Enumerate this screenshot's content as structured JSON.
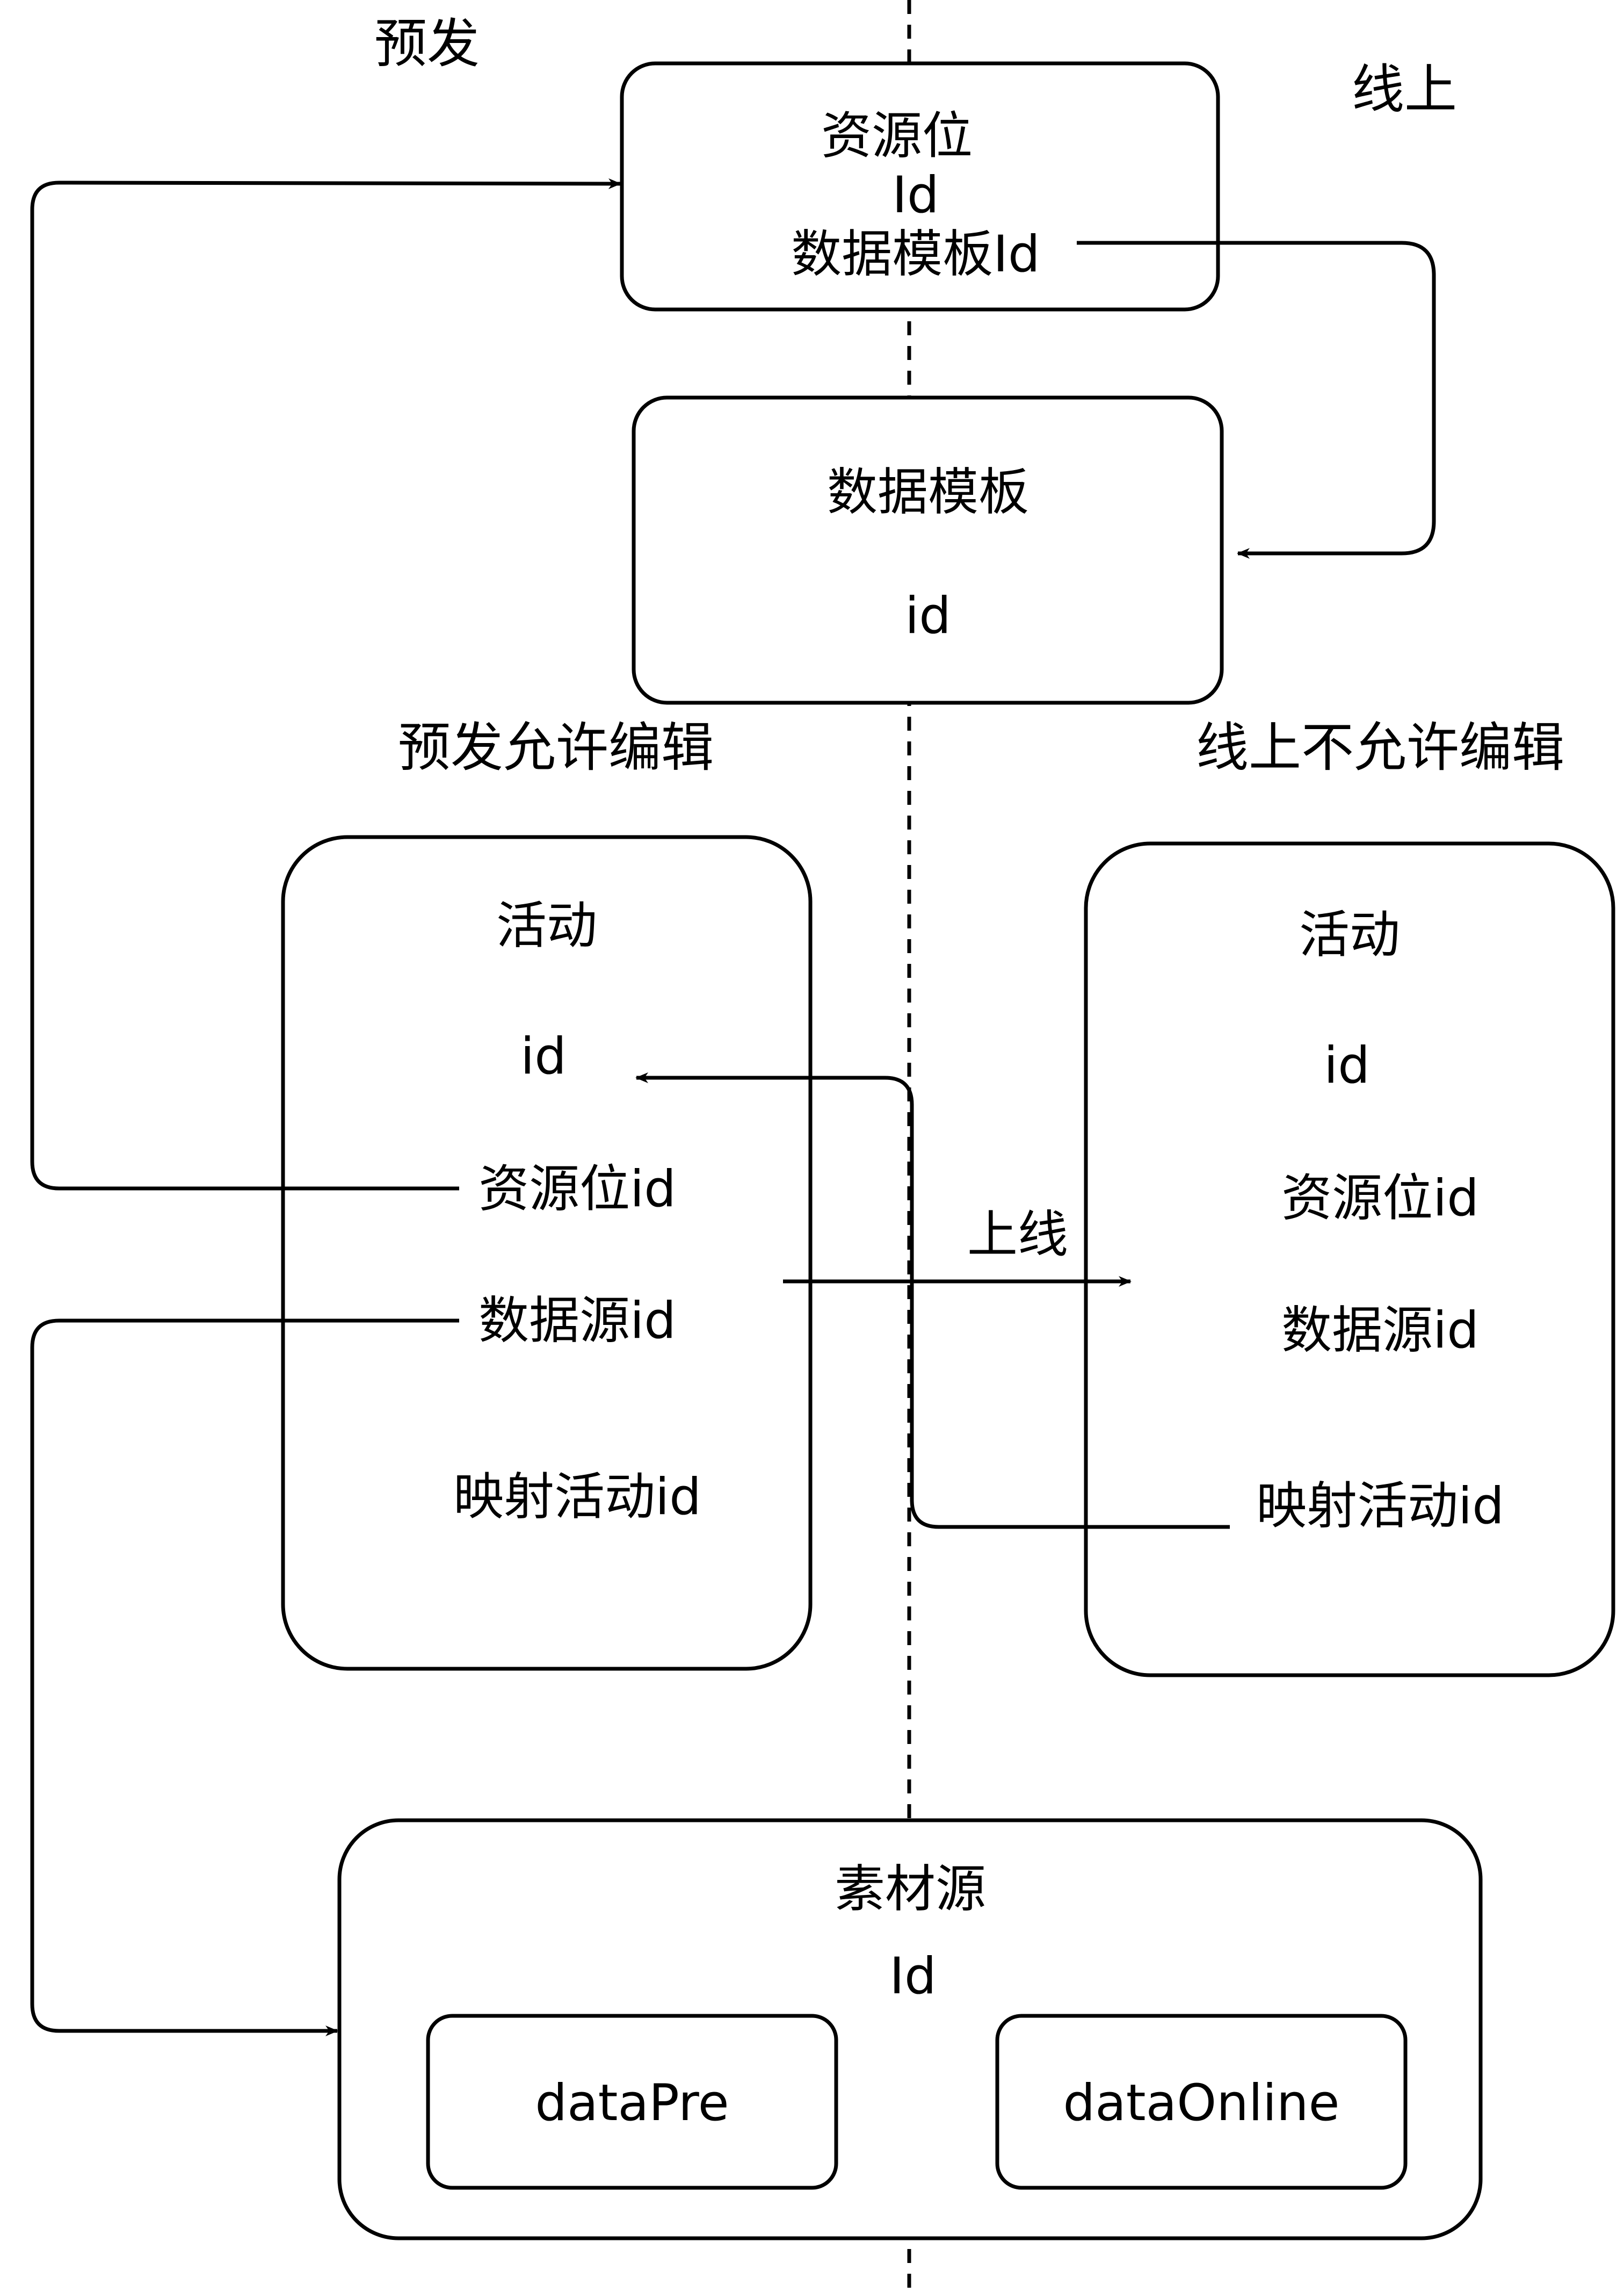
{
  "zones": {
    "pre": "预发",
    "online": "线上",
    "pre_editable": "预发允许编辑",
    "online_not_editable": "线上不允许编辑"
  },
  "resource_slot": {
    "title": "资源位",
    "field_id": "Id",
    "field_template_id": "数据模板Id"
  },
  "data_template": {
    "title": "数据模板",
    "field_id": "id"
  },
  "activity_pre": {
    "title": "活动",
    "field_id": "id",
    "field_resource_slot_id": "资源位id",
    "field_data_source_id": "数据源id",
    "field_mapped_activity_id": "映射活动id"
  },
  "activity_online": {
    "title": "活动",
    "field_id": "id",
    "field_resource_slot_id": "资源位id",
    "field_data_source_id": "数据源id",
    "field_mapped_activity_id": "映射活动id"
  },
  "go_online_label": "上线",
  "material_source": {
    "title": "素材源",
    "field_id": "Id",
    "data_pre": "dataPre",
    "data_online": "dataOnline"
  }
}
